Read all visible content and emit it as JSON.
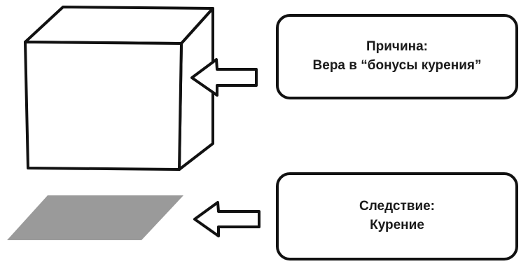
{
  "cause": {
    "title": "Причина:",
    "text": "Вера в “бонусы курения”"
  },
  "effect": {
    "title": "Следствие:",
    "text": "Курение"
  },
  "colors": {
    "ink": "#111111",
    "shadow": "#9a9a9a",
    "background": "#ffffff"
  }
}
